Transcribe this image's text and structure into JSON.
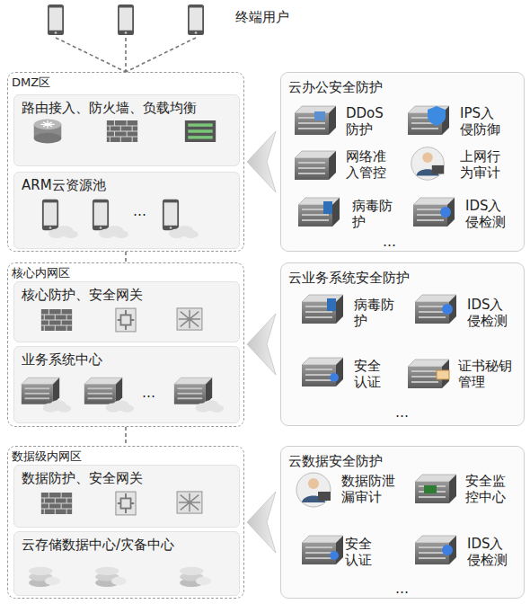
{
  "diagram": {
    "nodes": [
      {
        "text": [
          "DMZ区"
        ]
      },
      {
        "text": [
          "路由接入、防火墙、负载均衡"
        ],
        "in": 0
      },
      {
        "text": [
          "ARM云资源池"
        ],
        "in": 0
      },
      {
        "text": [
          "核心内网区"
        ]
      },
      {
        "text": [
          "核心防护、安全网关"
        ],
        "in": 3
      },
      {
        "text": [
          "业务系统中心"
        ],
        "in": 3
      },
      {
        "text": [
          "数据级内网区"
        ]
      },
      {
        "text": [
          "数据防护、安全网关"
        ],
        "in": 6
      },
      {
        "text": [
          "云存储数据中心/灾备中心"
        ],
        "in": 6
      },
      {
        "text": [
          "云办公安全防护"
        ]
      },
      {
        "text": [
          "云业务系统安全防护"
        ]
      },
      {
        "text": [
          "云数据安全防护"
        ]
      }
    ],
    "edges": [
      {
        "from": 0,
        "to": 3,
        "arrow": "none"
      },
      {
        "from": 3,
        "to": 6,
        "arrow": "none"
      },
      {
        "from": 9,
        "to": 0,
        "arrow": "to"
      },
      {
        "from": 10,
        "to": 3,
        "arrow": "to"
      },
      {
        "from": 11,
        "to": 6,
        "arrow": "to"
      }
    ],
    "labels": [
      "终端用户",
      "…",
      "…",
      "DDoS防护",
      "IPS入侵防御",
      "网络准入管控",
      "上网行为审计",
      "病毒防护",
      "IDS入侵检测",
      "…",
      "病毒防护",
      "IDS入侵检测",
      "安全认证",
      "证书秘钥管理",
      "…",
      "数据防泄漏审计",
      "安全监控中心",
      "安全认证",
      "IDS入侵检测",
      "…"
    ]
  }
}
